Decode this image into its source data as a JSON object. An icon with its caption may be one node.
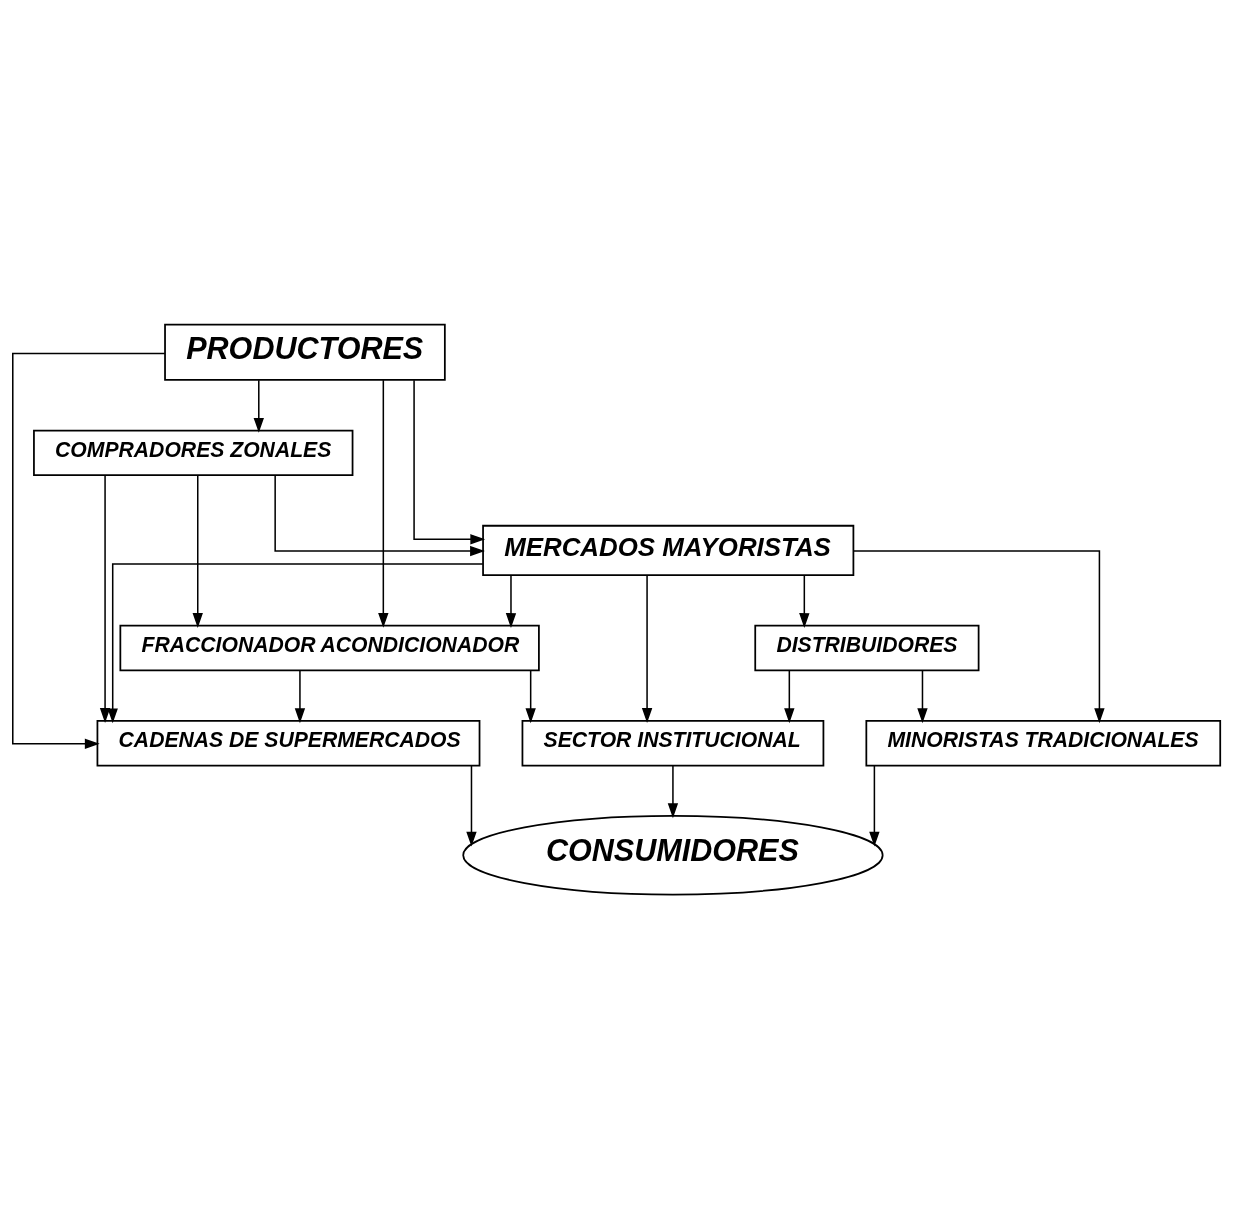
{
  "diagram": {
    "nodes": [
      {
        "text": [
          "PRODUCTORES"
        ]
      },
      {
        "text": [
          "COMPRADORES ZONALES"
        ]
      },
      {
        "text": [
          "MERCADOS MAYORISTAS"
        ]
      },
      {
        "text": [
          "FRACCIONADOR ACONDICIONADOR"
        ]
      },
      {
        "text": [
          "DISTRIBUIDORES"
        ]
      },
      {
        "text": [
          "CADENAS DE SUPERMERCADOS"
        ]
      },
      {
        "text": [
          "SECTOR INSTITUCIONAL"
        ]
      },
      {
        "text": [
          "MINORISTAS TRADICIONALES"
        ]
      },
      {
        "text": [
          "CONSUMIDORES"
        ]
      }
    ],
    "edges": [
      {
        "from": 0,
        "to": 5,
        "arrow": "to"
      },
      {
        "from": 0,
        "to": 3,
        "arrow": "to"
      },
      {
        "from": 0,
        "to": 1,
        "arrow": "to"
      },
      {
        "from": 0,
        "to": 2,
        "arrow": "to"
      },
      {
        "from": 1,
        "to": 5,
        "arrow": "to"
      },
      {
        "from": 1,
        "to": 3,
        "arrow": "to"
      },
      {
        "from": 1,
        "to": 2,
        "arrow": "to"
      },
      {
        "from": 2,
        "to": 5,
        "arrow": "to"
      },
      {
        "from": 2,
        "to": 3,
        "arrow": "to"
      },
      {
        "from": 2,
        "to": 6,
        "arrow": "to"
      },
      {
        "from": 2,
        "to": 4,
        "arrow": "to"
      },
      {
        "from": 2,
        "to": 7,
        "arrow": "to"
      },
      {
        "from": 3,
        "to": 5,
        "arrow": "to"
      },
      {
        "from": 3,
        "to": 6,
        "arrow": "to"
      },
      {
        "from": 4,
        "to": 6,
        "arrow": "to"
      },
      {
        "from": 4,
        "to": 7,
        "arrow": "to"
      },
      {
        "from": 5,
        "to": 8,
        "arrow": "to"
      },
      {
        "from": 6,
        "to": 8,
        "arrow": "to"
      },
      {
        "from": 7,
        "to": 8,
        "arrow": "to"
      }
    ]
  }
}
